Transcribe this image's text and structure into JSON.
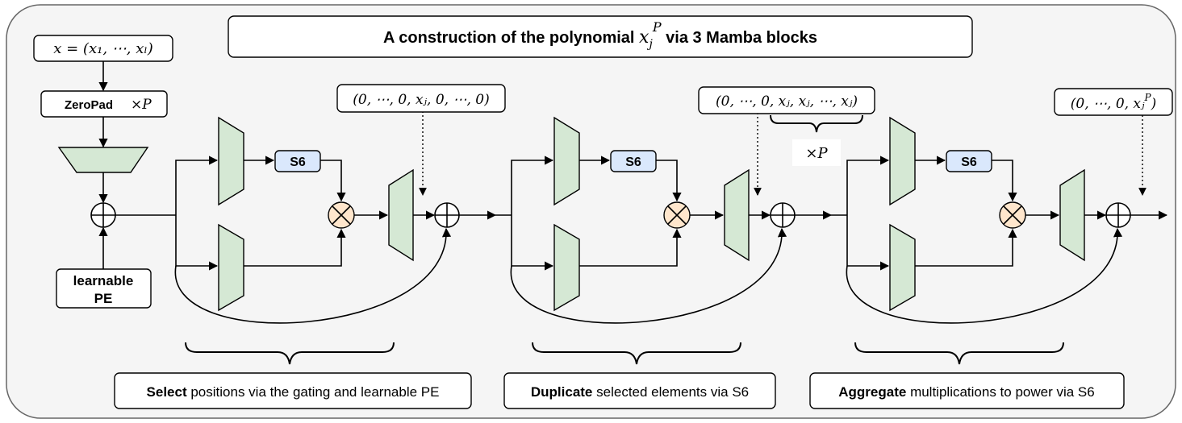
{
  "title": {
    "prefix": "A construction of the polynomial ",
    "var": "x",
    "sub": "j",
    "sup": "P",
    "suffix": " via 3 Mamba blocks"
  },
  "input": {
    "label": "x = (x₁, ⋯, xₗ)"
  },
  "zeropad": {
    "label": "ZeroPad",
    "times": "×P"
  },
  "pe": {
    "line1": "learnable",
    "line2": "PE"
  },
  "s6_label": "S6",
  "annotations": {
    "block1": "(0, ⋯, 0, xⱼ, 0, ⋯, 0)",
    "block2": "(0, ⋯, 0, xⱼ, xⱼ, ⋯, xⱼ)",
    "block2_times": "×P",
    "block3_base": "(0, ⋯, 0, xⱼ",
    "block3_sup": "P",
    "block3_close": ")"
  },
  "captions": [
    {
      "bold": "Select",
      "rest": " positions via the gating and learnable PE"
    },
    {
      "bold": "Duplicate",
      "rest": " selected elements via S6"
    },
    {
      "bold": "Aggregate",
      "rest": " multiplications to power via S6"
    }
  ]
}
